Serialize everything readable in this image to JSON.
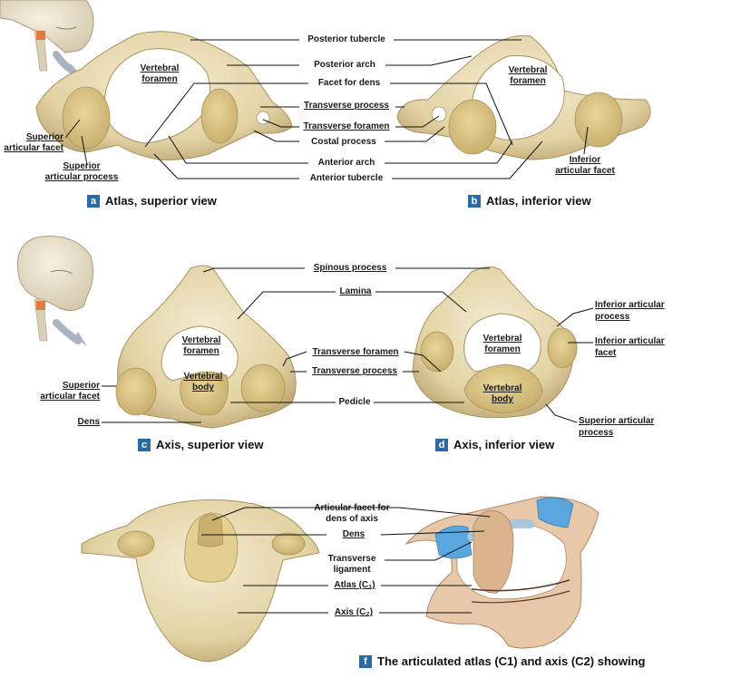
{
  "colors": {
    "bone": "#e6d8ad",
    "bone_dark": "#c2ad78",
    "bone_light": "#f4ecd2",
    "cartilage": "#5aa7e0",
    "ligament": "#a9c7da",
    "badge": "#2a6aa8",
    "leader": "#111111"
  },
  "panels": {
    "a": {
      "badge": "a",
      "caption": "Atlas, superior view"
    },
    "b": {
      "badge": "b",
      "caption": "Atlas, inferior view"
    },
    "c": {
      "badge": "c",
      "caption": "Axis, superior view"
    },
    "d": {
      "badge": "d",
      "caption": "Axis, inferior view"
    },
    "f": {
      "badge": "f",
      "caption": "The articulated atlas (C1) and axis (C2) showing"
    }
  },
  "labels": {
    "posterior_tubercle": "Posterior tubercle",
    "posterior_arch": "Posterior arch",
    "facet_for_dens": "Facet for dens",
    "transverse_process": "Transverse process",
    "transverse_foramen": "Transverse foramen",
    "costal_process": "Costal process",
    "anterior_arch": "Anterior arch",
    "anterior_tubercle": "Anterior tubercle",
    "vertebral_foramen_1": "Vertebral",
    "vertebral_foramen_2": "foramen",
    "superior_articular_facet_1": "Superior",
    "superior_articular_facet_2": "articular facet",
    "superior_articular_process_1": "Superior",
    "superior_articular_process_2": "articular process",
    "inferior_articular_facet_1": "Inferior",
    "inferior_articular_facet_2": "articular facet",
    "spinous_process": "Spinous process",
    "lamina": "Lamina",
    "pedicle": "Pedicle",
    "dens": "Dens",
    "vertebral_body_1": "Vertebral",
    "vertebral_body_2": "body",
    "superior_articular_facet_c_1": "Superior",
    "superior_articular_facet_c_2": "articular facet",
    "inferior_articular_process_1": "Inferior articular",
    "inferior_articular_process_2": "process",
    "inferior_articular_facet_d_1": "Inferior articular",
    "inferior_articular_facet_d_2": "facet",
    "superior_articular_process_d_1": "Superior articular",
    "superior_articular_process_d_2": "process",
    "articular_facet_for_dens_1": "Articular facet for",
    "articular_facet_for_dens_2": "dens of axis",
    "transverse_ligament_1": "Transverse",
    "transverse_ligament_2": "ligament",
    "atlas_c1": "Atlas (C₁)",
    "axis_c2": "Axis (C₂)"
  }
}
